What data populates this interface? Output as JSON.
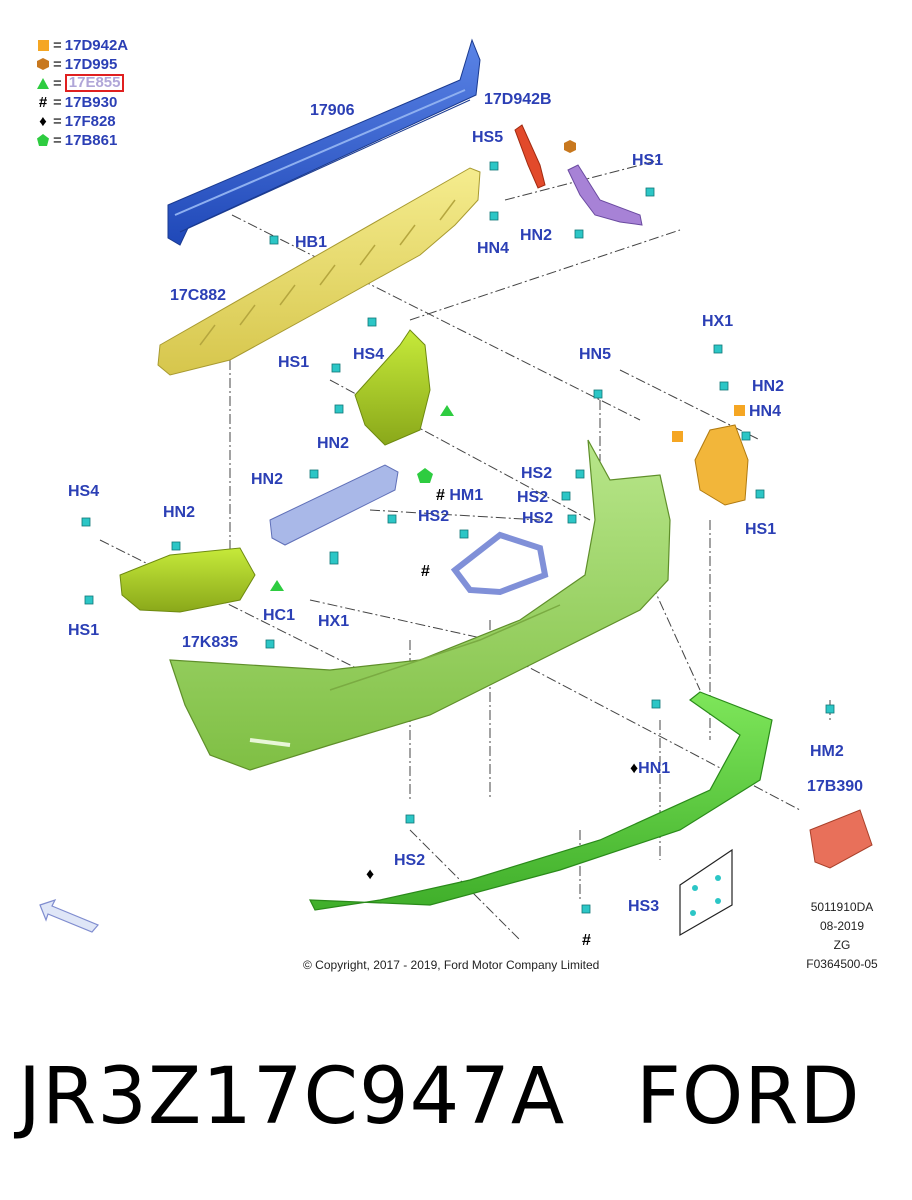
{
  "legend": [
    {
      "symbol": "orange-square",
      "color": "#f5a623",
      "code": "17D942A"
    },
    {
      "symbol": "brown-hexagon",
      "color": "#c8781e",
      "code": "17D995"
    },
    {
      "symbol": "green-triangle",
      "color": "#2ecc40",
      "code": "17E855",
      "highlighted": true
    },
    {
      "symbol": "hash",
      "color": "#000000",
      "code": "17B930"
    },
    {
      "symbol": "diamond",
      "color": "#000000",
      "code": "17F828"
    },
    {
      "symbol": "green-pentagon",
      "color": "#2ecc40",
      "code": "17B861"
    }
  ],
  "legend_eq": "=",
  "callouts": {
    "p17906": "17906",
    "p17D942B": "17D942B",
    "hs5": "HS5",
    "hs1_top": "HS1",
    "hb1": "HB1",
    "hn4_top": "HN4",
    "hn2_top": "HN2",
    "p17C882": "17C882",
    "hs1_mid": "HS1",
    "hs4_mid": "HS4",
    "hn2_mid": "HN2",
    "hn5": "HN5",
    "hx1_right": "HX1",
    "hn2_right": "HN2",
    "hn4_right": "HN4",
    "hs1_right": "HS1",
    "hs2_a": "HS2",
    "hs2_b": "HS2",
    "hs2_c": "HS2",
    "hn2_left2": "HN2",
    "hs2_mid": "HS2",
    "hm1": "HM1",
    "hs4_left": "HS4",
    "hn2_left": "HN2",
    "hs1_left": "HS1",
    "hx1_mid": "HX1",
    "hc1": "HC1",
    "p17K835": "17K835",
    "hn1": "HN1",
    "hm2": "HM2",
    "p17B390": "17B390",
    "hs2_bottom": "HS2",
    "hs3": "HS3"
  },
  "symbols": {
    "hash": "#",
    "diamond": "♦"
  },
  "meta": {
    "doc_id": "5011910DA",
    "date": "08-2019",
    "zg": "ZG",
    "figure": "F0364500-05"
  },
  "copyright": "© Copyright, 2017 - 2019, Ford Motor Company Limited",
  "part_number": "JR3Z17C947A",
  "brand": "FORD",
  "colors": {
    "label": "#2b3fb5",
    "beam": "#2f5fd0",
    "absorber": "#e8dc6a",
    "bumper": "#9ed65a",
    "valance": "#5fd13a",
    "bracket_red": "#e0482a",
    "bracket_purple": "#a782d6",
    "bracket_orange": "#f2b63a",
    "reflector": "#e8705a",
    "clip": "#3cc8c8"
  }
}
